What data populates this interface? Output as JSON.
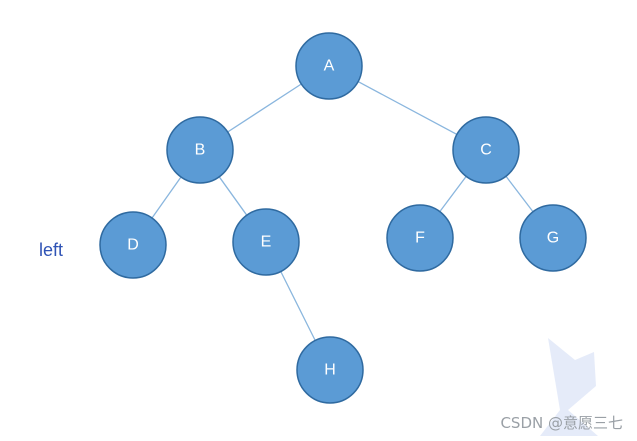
{
  "colors": {
    "node_fill": "#5b9bd5",
    "node_stroke": "#3f78b0",
    "edge": "#8ab6de",
    "label": "#ffffff",
    "side_label": "#2f53b5",
    "watermark": "#9aa0a6"
  },
  "tree": {
    "nodes": [
      {
        "id": "A",
        "label": "A"
      },
      {
        "id": "B",
        "label": "B"
      },
      {
        "id": "C",
        "label": "C"
      },
      {
        "id": "D",
        "label": "D"
      },
      {
        "id": "E",
        "label": "E"
      },
      {
        "id": "F",
        "label": "F"
      },
      {
        "id": "G",
        "label": "G"
      },
      {
        "id": "H",
        "label": "H"
      }
    ],
    "edges": [
      {
        "from": "A",
        "to": "B"
      },
      {
        "from": "A",
        "to": "C"
      },
      {
        "from": "B",
        "to": "D"
      },
      {
        "from": "B",
        "to": "E"
      },
      {
        "from": "C",
        "to": "F"
      },
      {
        "from": "C",
        "to": "G"
      },
      {
        "from": "E",
        "to": "H"
      }
    ]
  },
  "side_label": "left",
  "watermark": "CSDN @意愿三七"
}
